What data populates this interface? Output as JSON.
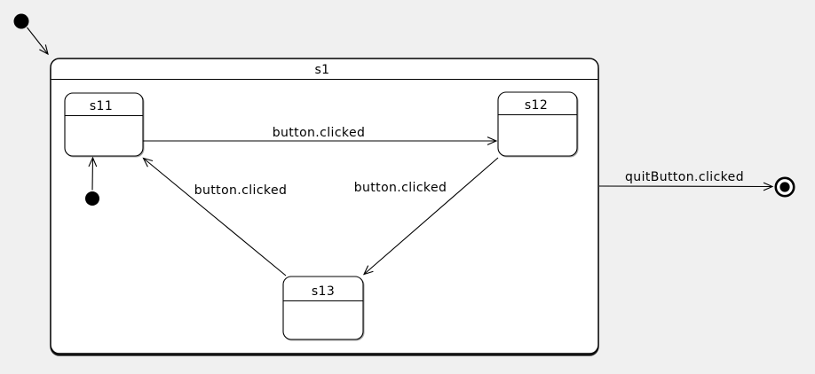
{
  "diagram": {
    "kind": "uml-statechart",
    "background_color": "#f0f0f0",
    "state_fill_color": "#ffffff",
    "line_color": "#000000"
  },
  "states": {
    "s1": {
      "label": "s1"
    },
    "s11": {
      "label": "s11"
    },
    "s12": {
      "label": "s12"
    },
    "s13": {
      "label": "s13"
    }
  },
  "transitions": {
    "s11_to_s12": {
      "from": "s11",
      "to": "s12",
      "label": "button.clicked"
    },
    "s13_to_s11": {
      "from": "s13",
      "to": "s11",
      "label": "button.clicked"
    },
    "s12_to_s13": {
      "from": "s12",
      "to": "s13",
      "label": "button.clicked"
    },
    "s1_to_final": {
      "from": "s1",
      "to": "final",
      "label": "quitButton.clicked"
    }
  }
}
